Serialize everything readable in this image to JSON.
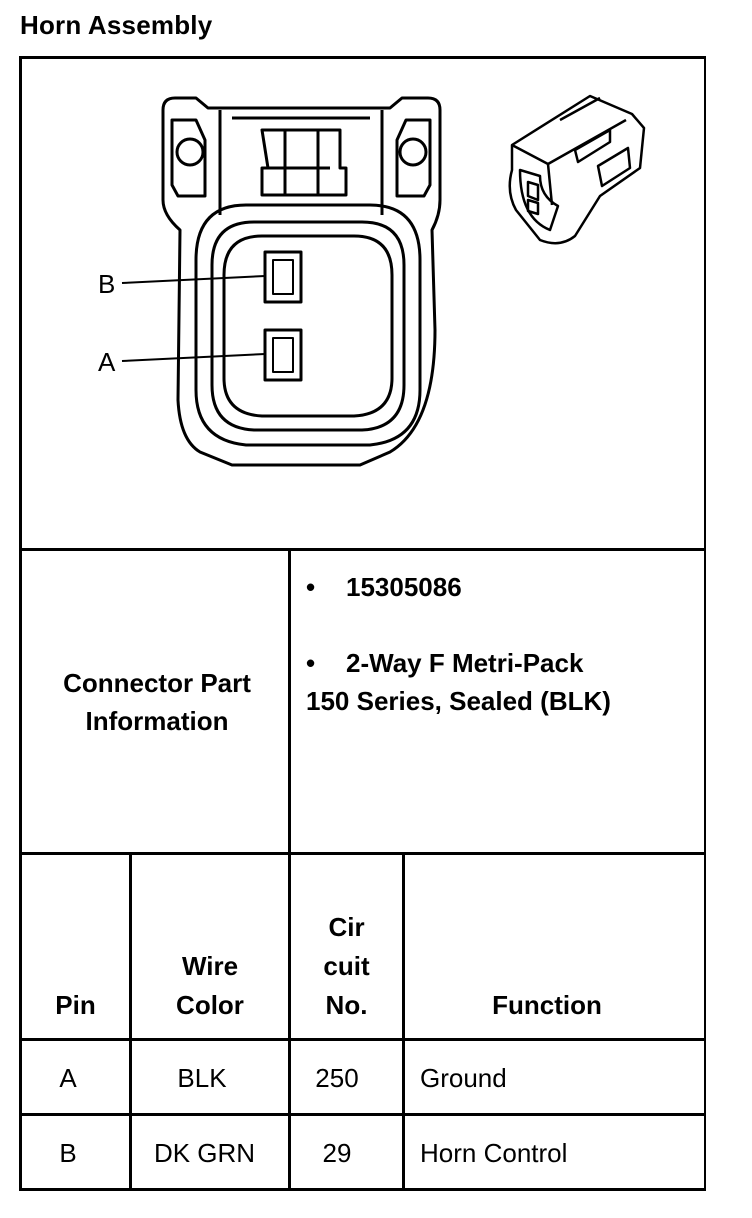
{
  "title": "Horn Assembly",
  "diagram": {
    "pin_labels": [
      "B",
      "A"
    ],
    "icons": [
      "connector-face-drawing",
      "connector-isometric-drawing"
    ]
  },
  "connector_info": {
    "label": "Connector Part Information",
    "label_line1": "Connector Part",
    "label_line2": "Information",
    "bullet": "•",
    "part_number": "15305086",
    "description_line1": "2-Way F Metri-Pack",
    "description_line2": "150 Series, Sealed (BLK)"
  },
  "table": {
    "headers": {
      "pin": "Pin",
      "wire_color_1": "Wire",
      "wire_color_2": "Color",
      "circuit_1": "Cir",
      "circuit_2": "cuit",
      "circuit_3": "No.",
      "function": "Function"
    },
    "rows": [
      {
        "pin": "A",
        "wire_color": "BLK",
        "circuit": "250",
        "function": "Ground"
      },
      {
        "pin": "B",
        "wire_color": "DK GRN",
        "circuit": "29",
        "function": "Horn Control"
      }
    ]
  }
}
